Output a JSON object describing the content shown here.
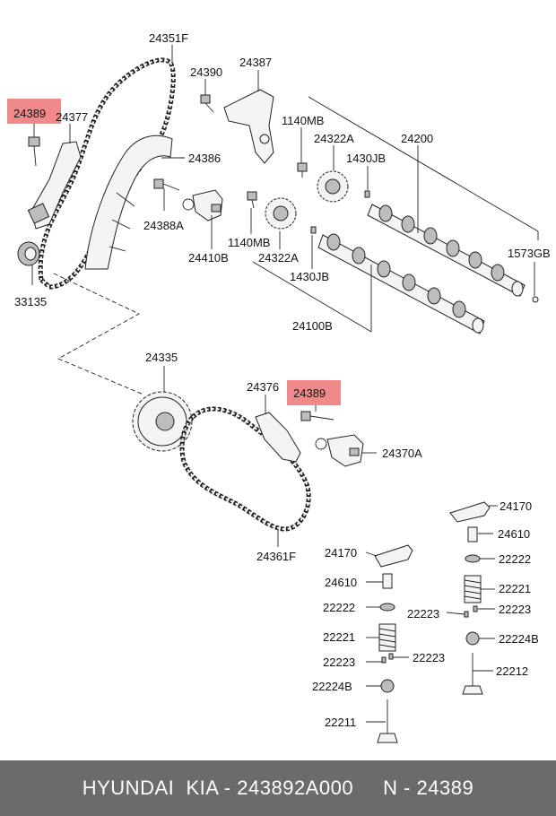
{
  "labels": {
    "l24351F": "24351F",
    "l24390": "24390",
    "l24387": "24387",
    "l24389a": "24389",
    "l24377": "24377",
    "l1140MBa": "1140MB",
    "l24322Aa": "24322A",
    "l24200": "24200",
    "l24386": "24386",
    "l1430JBa": "1430JB",
    "l24388A": "24388A",
    "l1140MBb": "1140MB",
    "l24410B": "24410B",
    "l24322Ab": "24322A",
    "l1573GB": "1573GB",
    "l33135": "33135",
    "l1430JBb": "1430JB",
    "l24100B": "24100B",
    "l24335": "24335",
    "l24376": "24376",
    "l24389b": "24389",
    "l24370A": "24370A",
    "l24361F": "24361F",
    "l24170a": "24170",
    "l24610a": "24610",
    "l22222a": "22222",
    "l24170b": "24170",
    "l22221a": "22221",
    "l24610b": "24610",
    "l22222b": "22222",
    "l22223a": "22223",
    "l22223b": "22223",
    "l22224Ba": "22224B",
    "l22221b": "22221",
    "l22212": "22212",
    "l22223c": "22223",
    "l22223d": "22223",
    "l22224Bb": "22224B",
    "l22211": "22211"
  },
  "highlight_color": "#f08a8a",
  "footer": {
    "text": "HYUNDAI  KIA - 243892A000     N - 24389"
  }
}
